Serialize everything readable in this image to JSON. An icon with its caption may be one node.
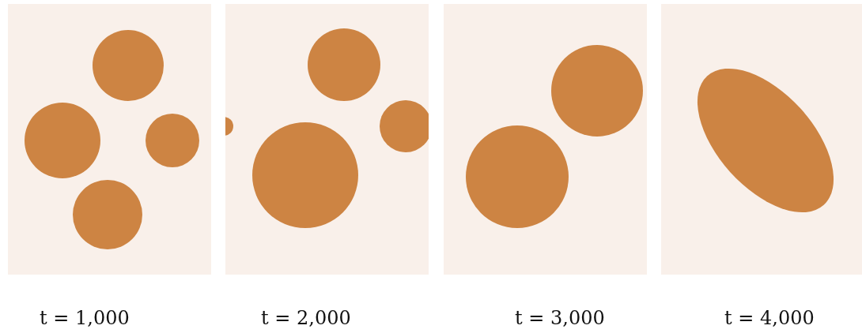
{
  "diagram": {
    "nodes": [
      {
        "text": [
          "t = 1,000"
        ]
      },
      {
        "text": [
          "t = 2,000"
        ]
      },
      {
        "text": [
          "t = 3,000"
        ]
      },
      {
        "text": [
          "t = 4,000"
        ]
      }
    ]
  }
}
